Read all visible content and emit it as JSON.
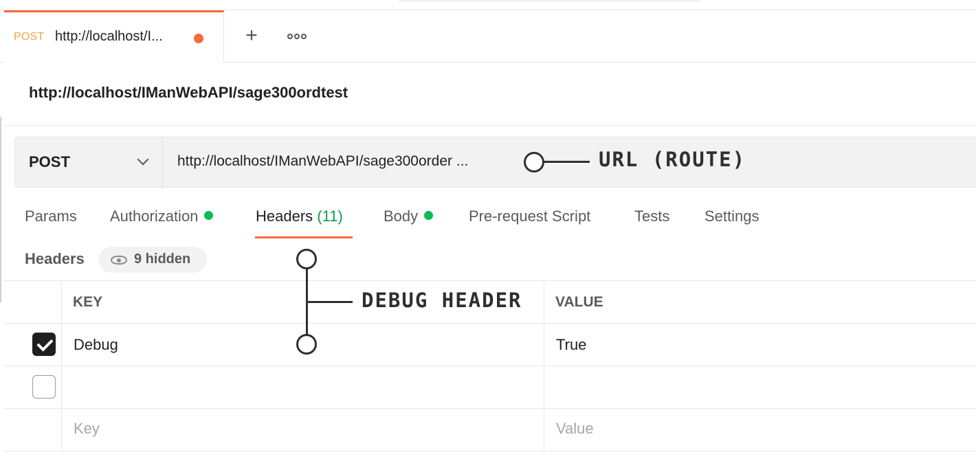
{
  "tab": {
    "method": "POST",
    "title": "http://localhost/I...",
    "new_tab_icon": "plus-icon",
    "more_icon": "ellipsis-icon"
  },
  "request": {
    "name": "http://localhost/IManWebAPI/sage300ordtest",
    "method": "POST",
    "url": "http://localhost/IManWebAPI/sage300order ..."
  },
  "tabs": [
    {
      "label": "Params",
      "dot": false
    },
    {
      "label": "Authorization",
      "dot": true
    },
    {
      "label": "Headers",
      "count": "(11)",
      "active": true
    },
    {
      "label": "Body",
      "dot": true
    },
    {
      "label": "Pre-request Script"
    },
    {
      "label": "Tests"
    },
    {
      "label": "Settings"
    }
  ],
  "headers_section": {
    "label": "Headers",
    "hidden_label": "9 hidden"
  },
  "table": {
    "columns": [
      "KEY",
      "VALUE"
    ],
    "rows": [
      {
        "checked": true,
        "key": "Debug",
        "value": "True"
      },
      {
        "checked": false,
        "key": "",
        "value": ""
      }
    ],
    "placeholder": {
      "key": "Key",
      "value": "Value"
    }
  },
  "annotations": {
    "url": "URL (ROUTE)",
    "debug": "DEBUG HEADER"
  },
  "colors": {
    "accent": "#f26b3a",
    "method_tab": "#e9a83d",
    "status_dot": "#0cbb52",
    "count": "#0a9d48"
  }
}
